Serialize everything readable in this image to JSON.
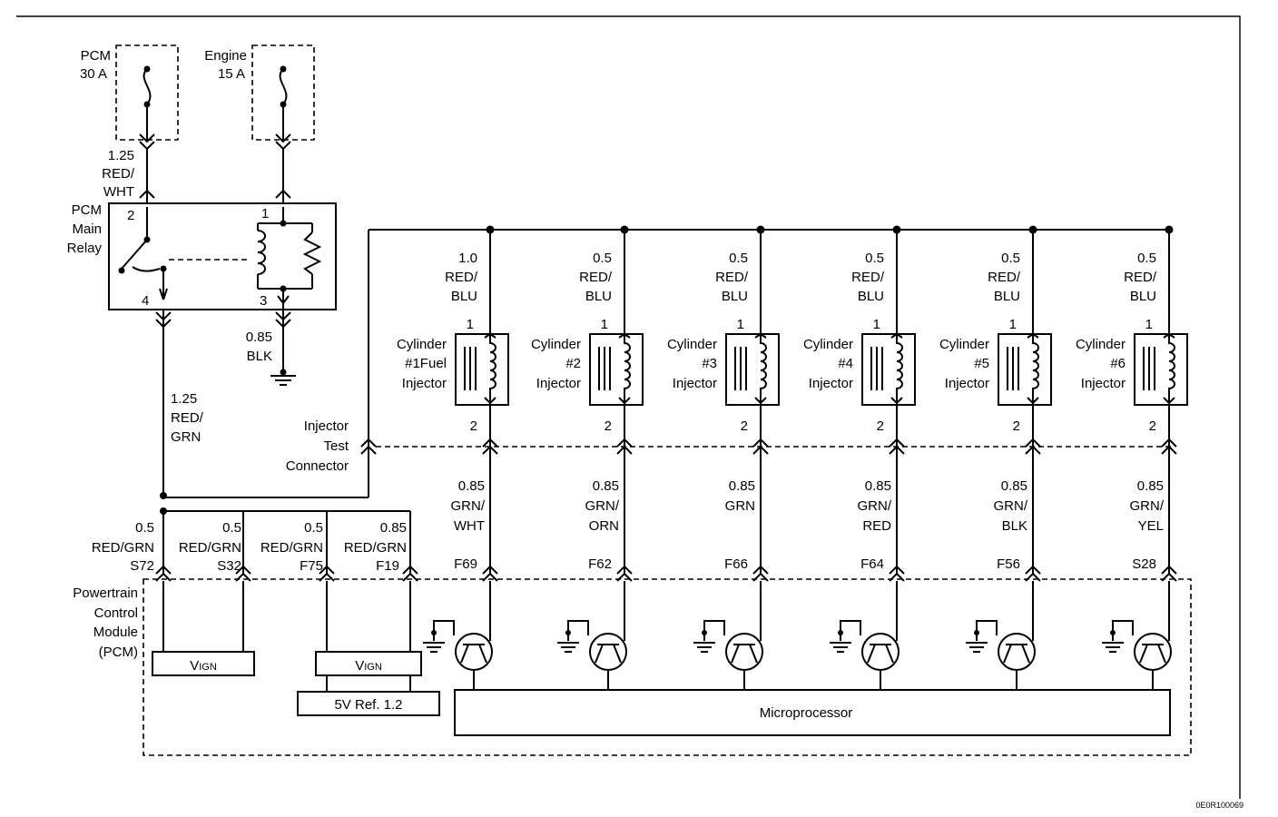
{
  "fuses": [
    {
      "name": "PCM",
      "rating": "30 A"
    },
    {
      "name": "Engine",
      "rating": "15 A"
    }
  ],
  "wires_top": {
    "pcm_feed": {
      "gauge": "1.25",
      "color1": "RED/",
      "color2": "WHT"
    },
    "ground": {
      "gauge": "0.85",
      "color": "BLK"
    },
    "relay_out": {
      "gauge": "1.25",
      "color1": "RED/",
      "color2": "GRN"
    }
  },
  "relay": {
    "label1": "PCM",
    "label2": "Main",
    "label3": "Relay",
    "pins": [
      "2",
      "1",
      "4",
      "3"
    ]
  },
  "injector_test": {
    "line1": "Injector",
    "line2": "Test",
    "line3": "Connector"
  },
  "injectors": [
    {
      "gauge": "1.0",
      "top_color1": "RED/",
      "top_color2": "BLU",
      "name1": "Cylinder",
      "name2": "#1Fuel",
      "name3": "Injector",
      "pin1": "1",
      "pin2": "2",
      "bot_gauge": "0.85",
      "bot_color1": "GRN/",
      "bot_color2": "WHT",
      "terminal": "F69"
    },
    {
      "gauge": "0.5",
      "top_color1": "RED/",
      "top_color2": "BLU",
      "name1": "Cylinder",
      "name2": "#2",
      "name3": "Injector",
      "pin1": "1",
      "pin2": "2",
      "bot_gauge": "0.85",
      "bot_color1": "GRN/",
      "bot_color2": "ORN",
      "terminal": "F62"
    },
    {
      "gauge": "0.5",
      "top_color1": "RED/",
      "top_color2": "BLU",
      "name1": "Cylinder",
      "name2": "#3",
      "name3": "Injector",
      "pin1": "1",
      "pin2": "2",
      "bot_gauge": "0.85",
      "bot_color1": "GRN",
      "bot_color2": "",
      "terminal": "F66"
    },
    {
      "gauge": "0.5",
      "top_color1": "RED/",
      "top_color2": "BLU",
      "name1": "Cylinder",
      "name2": "#4",
      "name3": "Injector",
      "pin1": "1",
      "pin2": "2",
      "bot_gauge": "0.85",
      "bot_color1": "GRN/",
      "bot_color2": "RED",
      "terminal": "F64"
    },
    {
      "gauge": "0.5",
      "top_color1": "RED/",
      "top_color2": "BLU",
      "name1": "Cylinder",
      "name2": "#5",
      "name3": "Injector",
      "pin1": "1",
      "pin2": "2",
      "bot_gauge": "0.85",
      "bot_color1": "GRN/",
      "bot_color2": "BLK",
      "terminal": "F56"
    },
    {
      "gauge": "0.5",
      "top_color1": "RED/",
      "top_color2": "BLU",
      "name1": "Cylinder",
      "name2": "#6",
      "name3": "Injector",
      "pin1": "1",
      "pin2": "2",
      "bot_gauge": "0.85",
      "bot_color1": "GRN/",
      "bot_color2": "YEL",
      "terminal": "S28"
    }
  ],
  "pcm_inputs": [
    {
      "gauge": "0.5",
      "color": "RED/GRN",
      "terminal": "S72"
    },
    {
      "gauge": "0.5",
      "color": "RED/GRN",
      "terminal": "S32"
    },
    {
      "gauge": "0.5",
      "color": "RED/GRN",
      "terminal": "F75"
    },
    {
      "gauge": "0.85",
      "color": "RED/GRN",
      "terminal": "F19"
    }
  ],
  "pcm": {
    "line1": "Powertrain",
    "line2": "Control",
    "line3": "Module",
    "line4": "(PCM)",
    "vign1_main": "V",
    "vign1_sub": "IGN",
    "vign2_main": "V",
    "vign2_sub": "IGN",
    "ref": "5V Ref. 1.2",
    "micro": "Microprocessor"
  },
  "doc_code": "0E0R100069"
}
